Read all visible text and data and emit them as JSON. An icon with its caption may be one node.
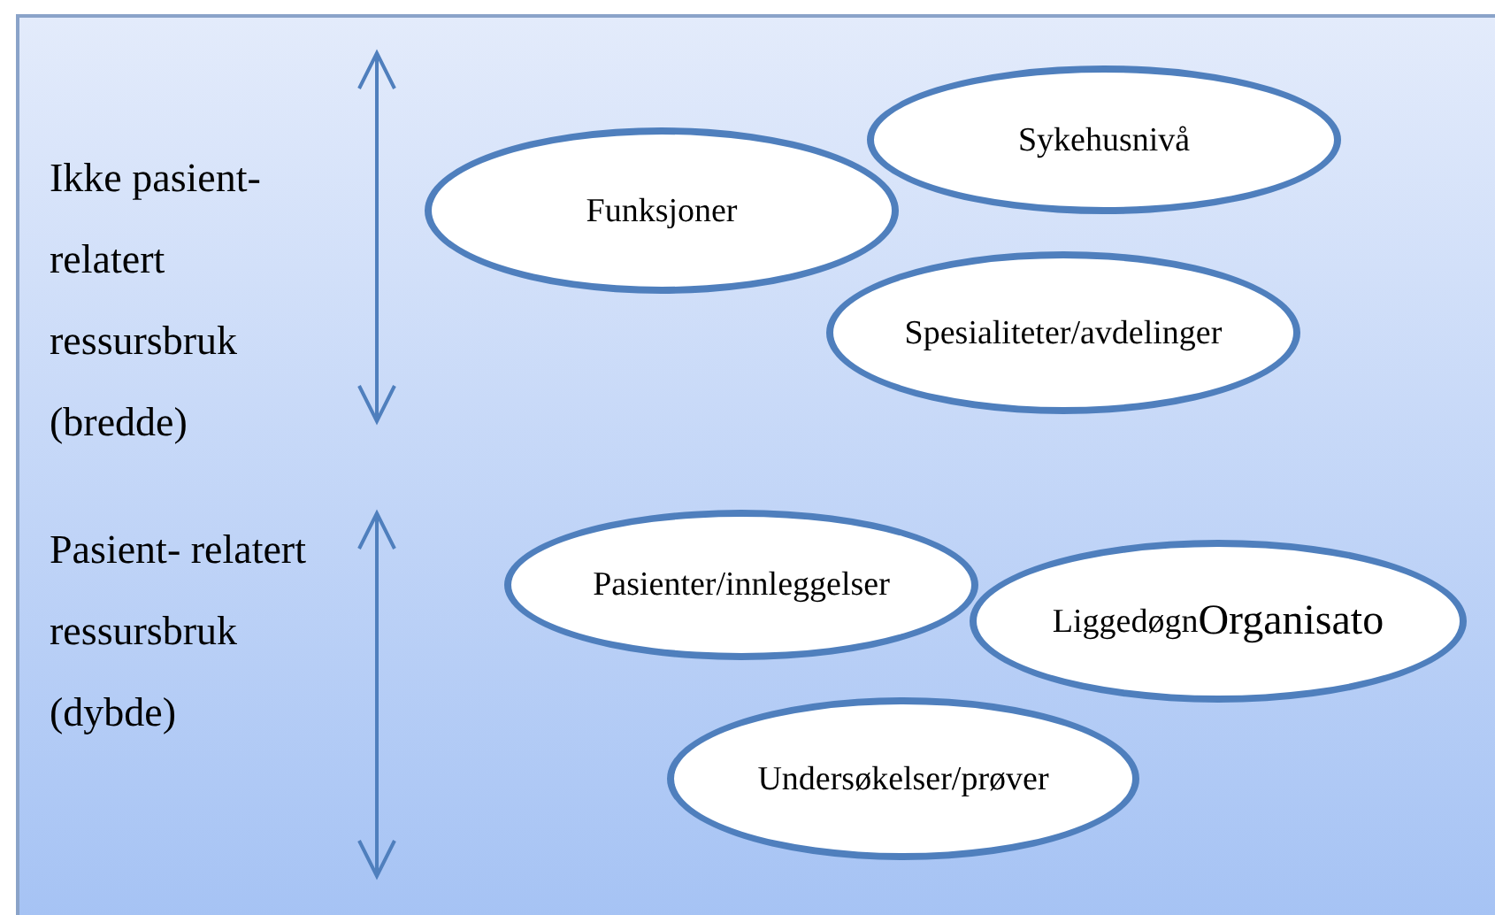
{
  "diagram": {
    "nodes": [
      {
        "text": [
          "Sykehusnivå"
        ]
      },
      {
        "text": [
          "Funksjoner"
        ]
      },
      {
        "text": [
          "Spesialiteter/avdelinger"
        ]
      },
      {
        "text": [
          "Pasienter/innleggelser"
        ]
      },
      {
        "text": [
          "Liggedøgn",
          "Organisato"
        ]
      },
      {
        "text": [
          "Undersøkelser/prøver"
        ]
      }
    ],
    "labels": [
      "Ikke pasient- relatert ressursbruk (bredde)",
      "Pasient- relatert ressursbruk (dybde)"
    ]
  }
}
